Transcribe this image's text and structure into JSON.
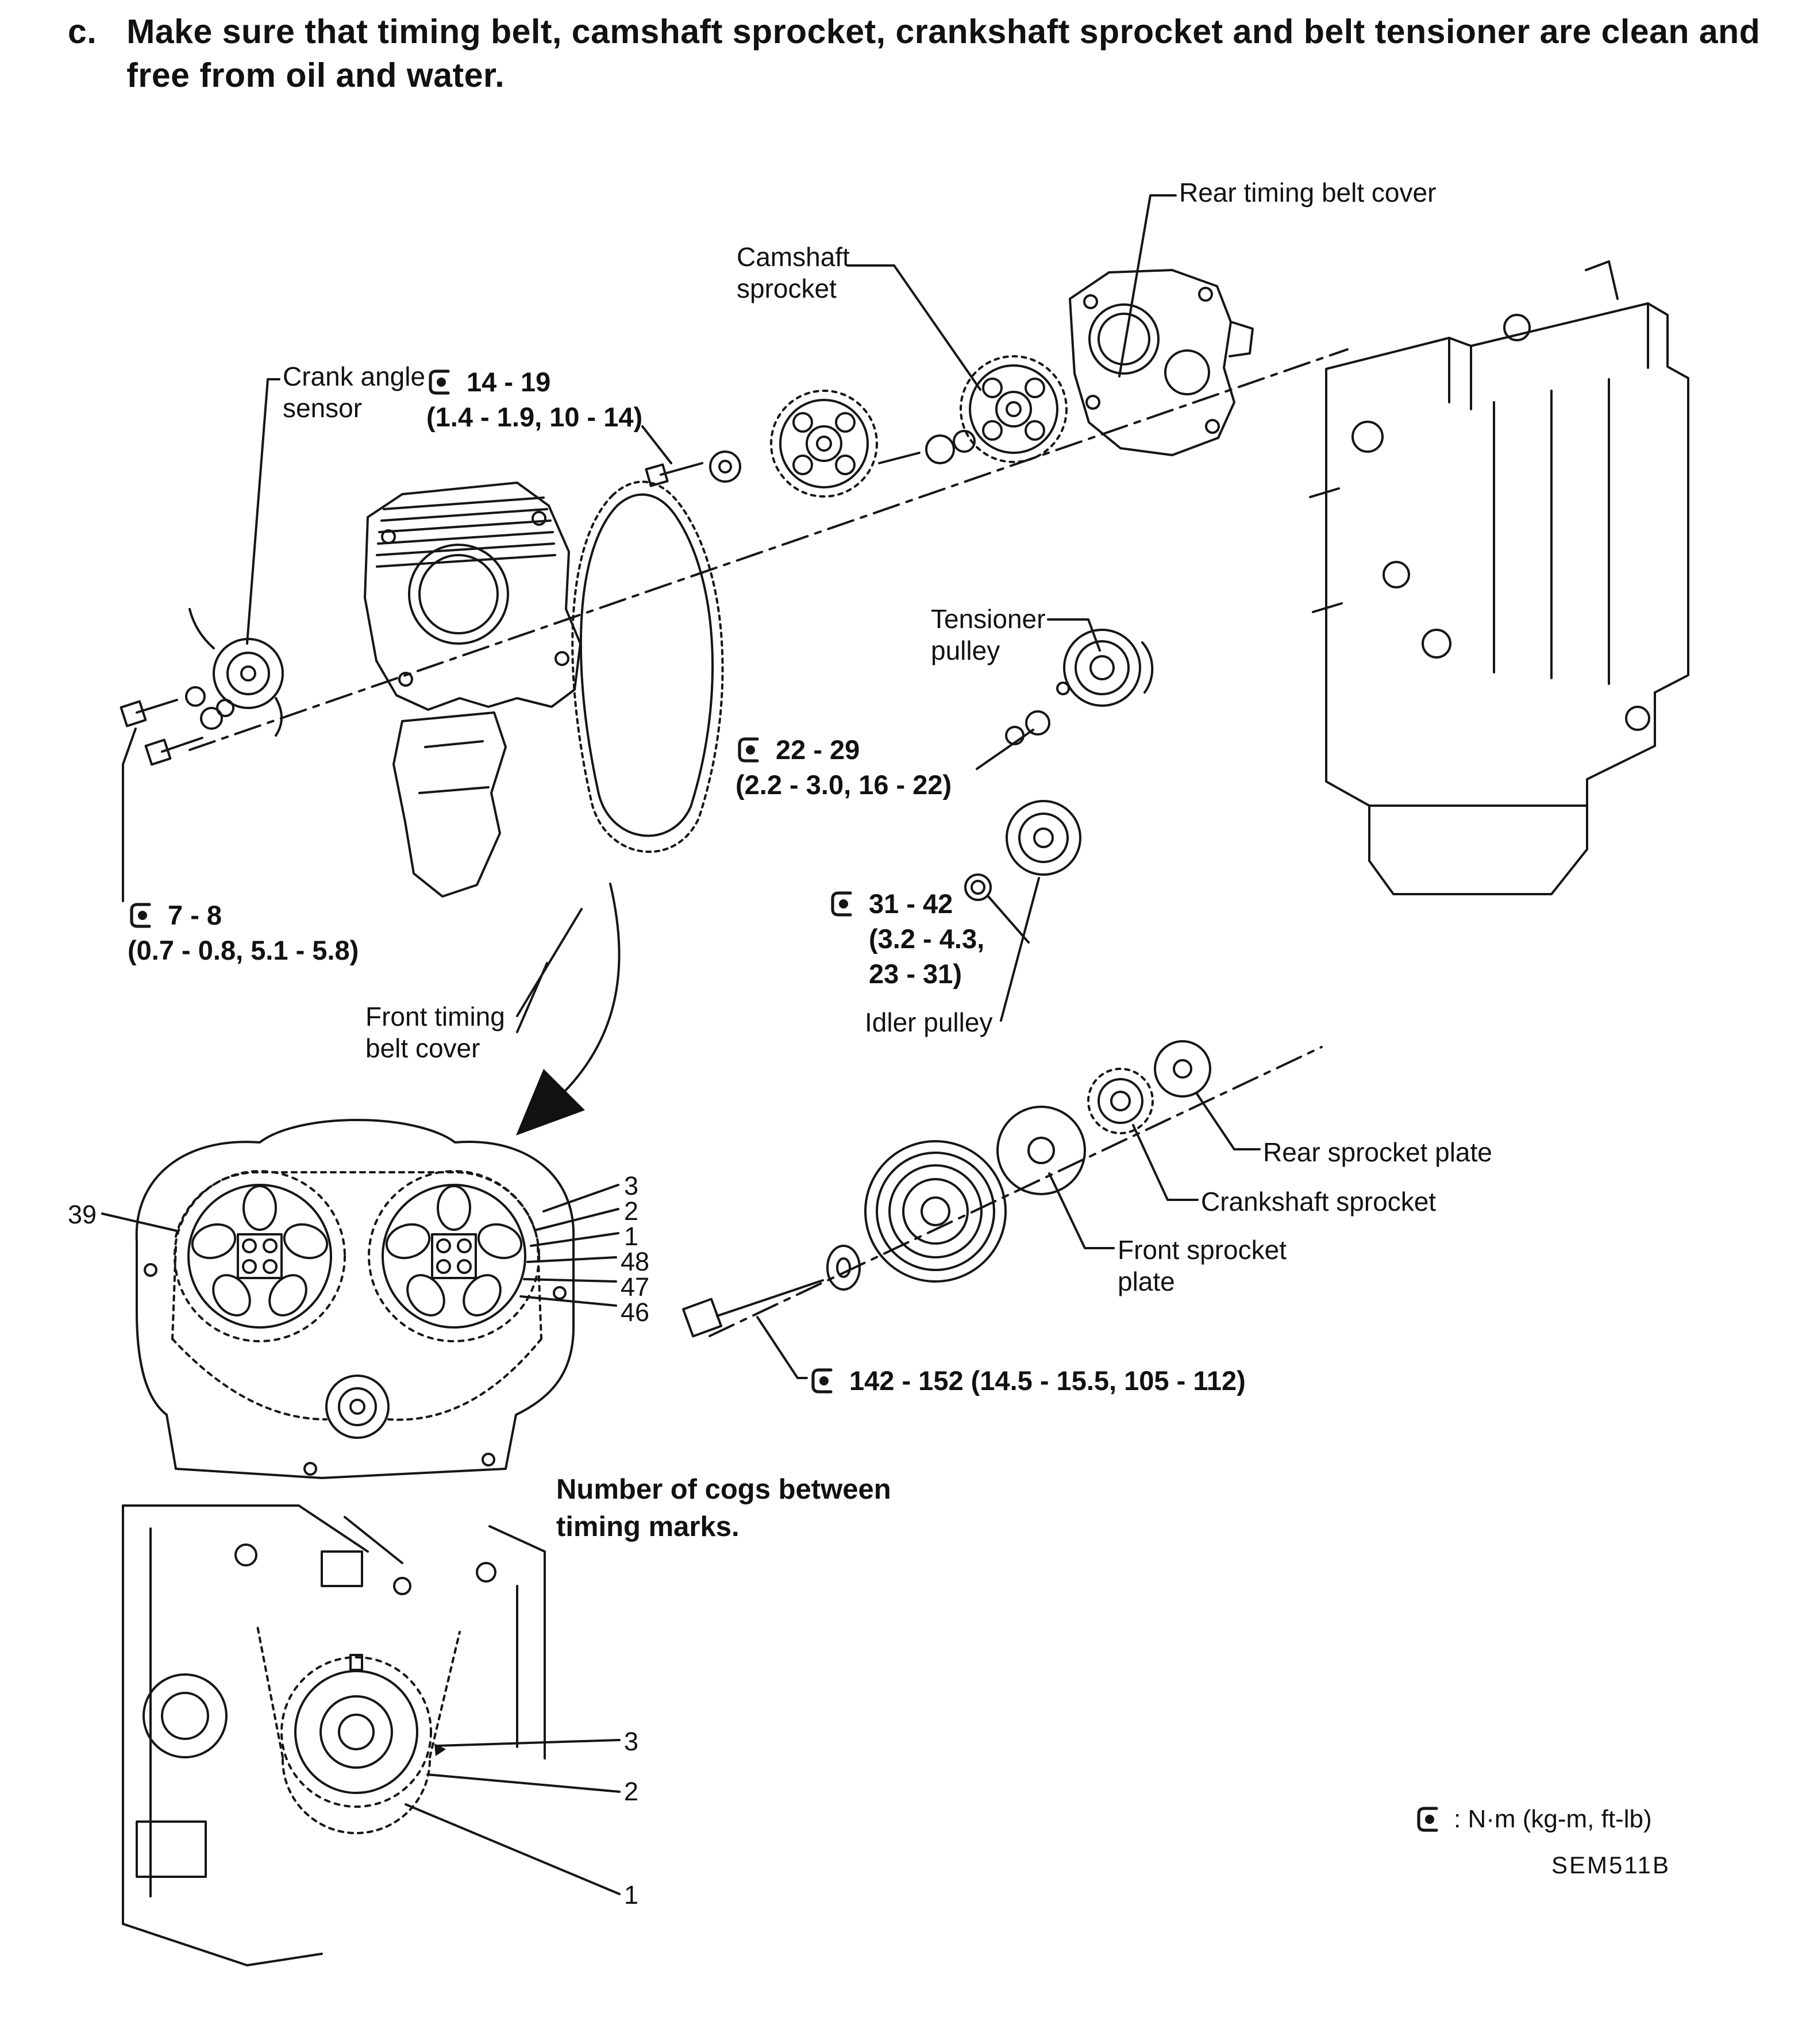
{
  "header": {
    "letter": "c.",
    "text": "Make sure that timing belt, camshaft sprocket, crankshaft sprocket and belt tensioner are clean and free from oil and water."
  },
  "part_labels": {
    "rear_timing_belt_cover": "Rear timing belt cover",
    "camshaft_sprocket": "Camshaft\nsprocket",
    "crank_angle_sensor": "Crank angle\nsensor",
    "tensioner_pulley": "Tensioner\npulley",
    "front_timing_belt_cover": "Front timing\nbelt cover",
    "idler_pulley": "Idler pulley",
    "rear_sprocket_plate": "Rear sprocket plate",
    "crankshaft_sprocket": "Crankshaft sprocket",
    "front_sprocket_plate": "Front sprocket\nplate"
  },
  "torque_specs": {
    "camshaft_sprocket_bolt": {
      "nm": "14 - 19",
      "alt": "(1.4 - 1.9, 10 - 14)"
    },
    "tensioner_nut": {
      "nm": "22 - 29",
      "alt": "(2.2 - 3.0, 16 - 22)"
    },
    "idler_pulley": {
      "nm": "31 - 42",
      "alt": "(3.2 - 4.3,\n23 - 31)"
    },
    "crank_angle_sensor_bolt": {
      "nm": "7 - 8",
      "alt": "(0.7 - 0.8, 5.1 - 5.8)"
    },
    "crank_pulley_bolt": {
      "nm": "142 - 152 (14.5 - 15.5, 105 - 112)"
    }
  },
  "cog_callouts": {
    "upper_left": "39",
    "upper_right": [
      "3",
      "2",
      "1",
      "48",
      "47",
      "46"
    ],
    "lower_right": [
      "3",
      "2",
      "1"
    ]
  },
  "notes": {
    "cogs": "Number of cogs between\ntiming marks."
  },
  "footer": {
    "legend": ":  N·m (kg-m, ft-lb)",
    "figure_code": "SEM511B"
  },
  "colors": {
    "ink": "#161616",
    "paper": "#ffffff"
  }
}
